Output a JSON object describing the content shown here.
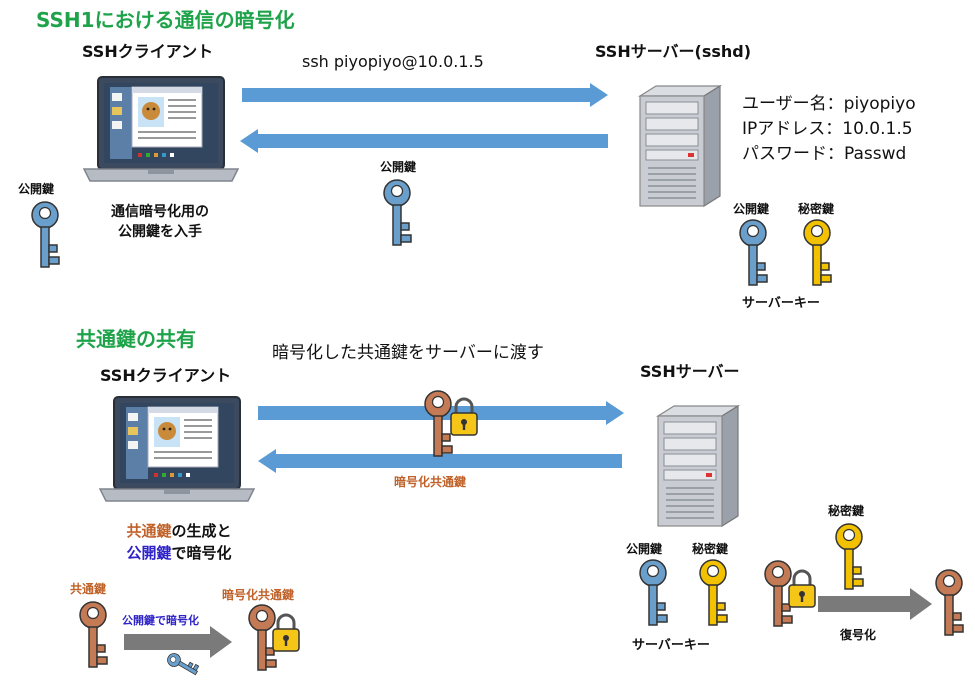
{
  "section1": {
    "title": "SSH1における通信の暗号化",
    "client_label": "SSHクライアント",
    "server_label": "SSHサーバー(sshd)",
    "command": "ssh piyopiyo@10.0.1.5",
    "transfer_key_label": "公開鍵",
    "client_key_label": "公開鍵",
    "client_note_line1": "通信暗号化用の",
    "client_note_line2": "公開鍵を入手",
    "server_info": {
      "user": "ユーザー名：piyopiyo",
      "ip": "IPアドレス：10.0.1.5",
      "password": "パスワード：Passwd"
    },
    "server_public_key_label": "公開鍵",
    "server_private_key_label": "秘密鍵",
    "server_key_caption": "サーバーキー"
  },
  "section2": {
    "title": "共通鍵の共有",
    "client_label": "SSHクライアント",
    "server_label": "SSHサーバー",
    "action_label": "暗号化した共通鍵をサーバーに渡す",
    "transfer_label": "暗号化共通鍵",
    "client_note_part1": "共通鍵",
    "client_note_part2": "の生成と",
    "client_note_part3": "公開鍵",
    "client_note_part4": "で暗号化",
    "common_key_label": "共通鍵",
    "encrypt_with_label": "公開鍵で暗号化",
    "encrypted_key_label": "暗号化共通鍵",
    "server_public_key_label": "公開鍵",
    "server_private_key_label": "秘密鍵",
    "server_key_caption": "サーバーキー",
    "decrypt_private_key_label": "秘密鍵",
    "decrypt_label": "復号化"
  },
  "colors": {
    "title_green": "#1fa34a",
    "arrow_blue": "#5b9bd5",
    "key_blue": "#6a9fcc",
    "key_yellow": "#f2c200",
    "key_brown": "#c47a55",
    "lock_yellow": "#f5c518",
    "text_orange": "#c0622a",
    "text_navy": "#2e22c8",
    "arrow_gray": "#7a7a7a"
  }
}
